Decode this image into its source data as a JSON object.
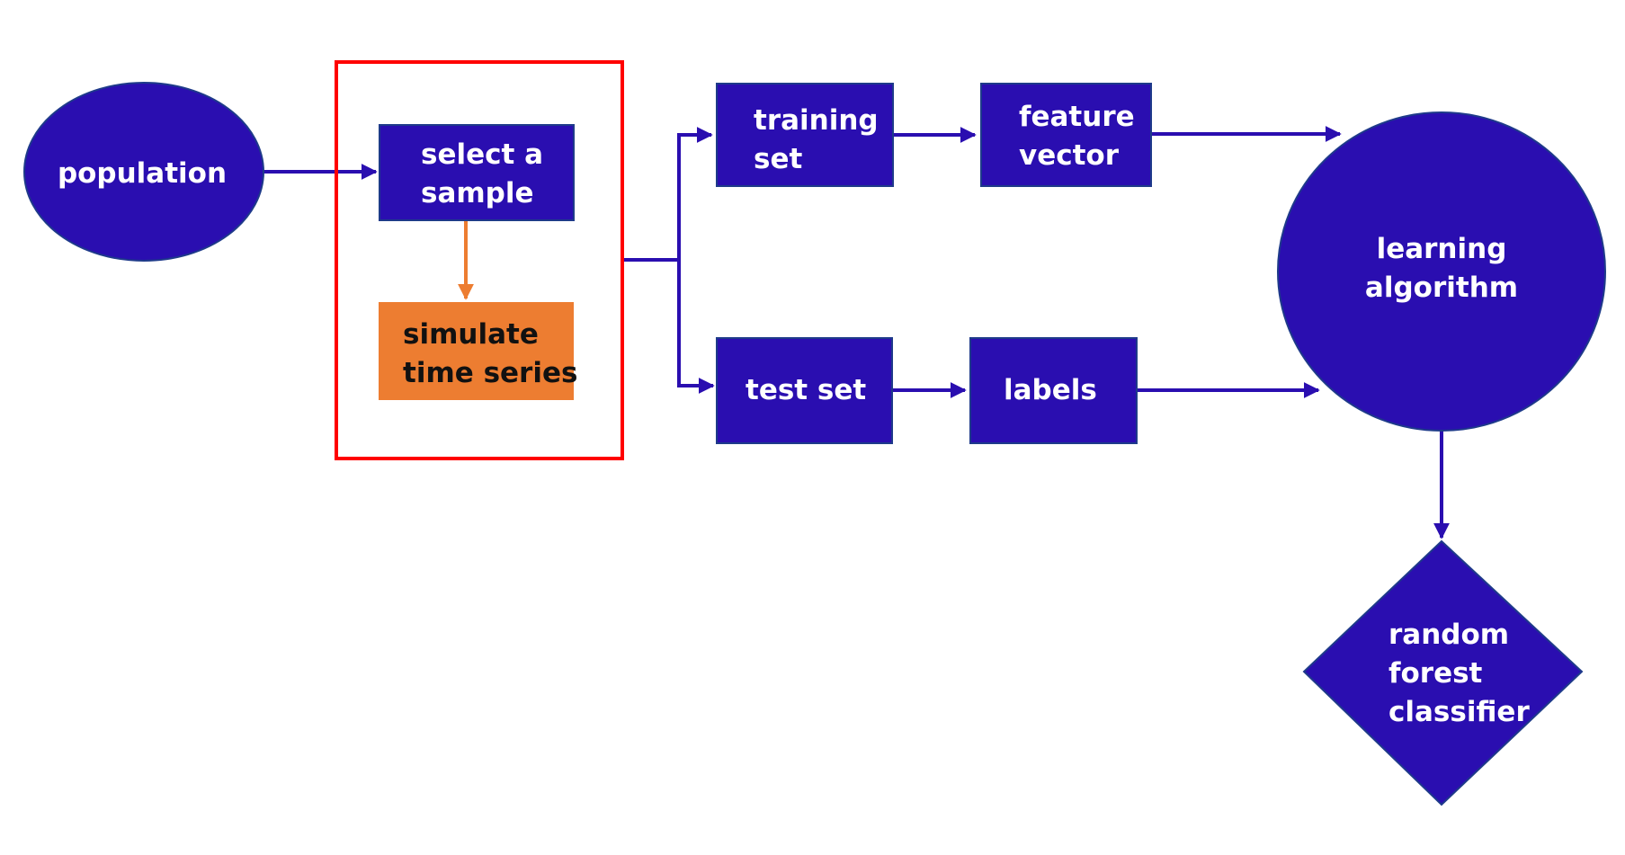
{
  "colors": {
    "node_fill": "#2A0EB0",
    "node_stroke": "#1E3A8A",
    "edge": "#2A0EB0",
    "highlight_node_fill": "#ED7D31",
    "highlight_edge": "#ED7D31",
    "highlight_frame": "#FF0000",
    "background": "#FFFFFF"
  },
  "nodes": {
    "population": {
      "shape": "ellipse",
      "lines": [
        "population"
      ]
    },
    "select_sample": {
      "shape": "rectangle",
      "lines": [
        "select a",
        "sample"
      ]
    },
    "simulate_time_series": {
      "shape": "rectangle",
      "lines": [
        "simulate",
        "time series"
      ]
    },
    "training_set": {
      "shape": "rectangle",
      "lines": [
        "training",
        "set"
      ]
    },
    "feature_vector": {
      "shape": "rectangle",
      "lines": [
        "feature",
        "vector"
      ]
    },
    "test_set": {
      "shape": "rectangle",
      "lines": [
        "test set"
      ]
    },
    "labels": {
      "shape": "rectangle",
      "lines": [
        "labels"
      ]
    },
    "learning_algorithm": {
      "shape": "circle",
      "lines": [
        "learning",
        "algorithm"
      ]
    },
    "random_forest_classifier": {
      "shape": "diamond",
      "lines": [
        "random",
        "forest",
        "classifier"
      ]
    }
  },
  "edges": [
    {
      "from": "population",
      "to": "select_sample"
    },
    {
      "from": "select_sample",
      "to": "simulate_time_series"
    },
    {
      "from": "sampling_group",
      "to": "training_set"
    },
    {
      "from": "sampling_group",
      "to": "test_set"
    },
    {
      "from": "training_set",
      "to": "feature_vector"
    },
    {
      "from": "test_set",
      "to": "labels"
    },
    {
      "from": "feature_vector",
      "to": "learning_algorithm"
    },
    {
      "from": "labels",
      "to": "learning_algorithm"
    },
    {
      "from": "learning_algorithm",
      "to": "random_forest_classifier"
    }
  ],
  "groups": {
    "sampling_group": {
      "members": [
        "select_sample",
        "simulate_time_series"
      ],
      "highlighted": true
    }
  }
}
